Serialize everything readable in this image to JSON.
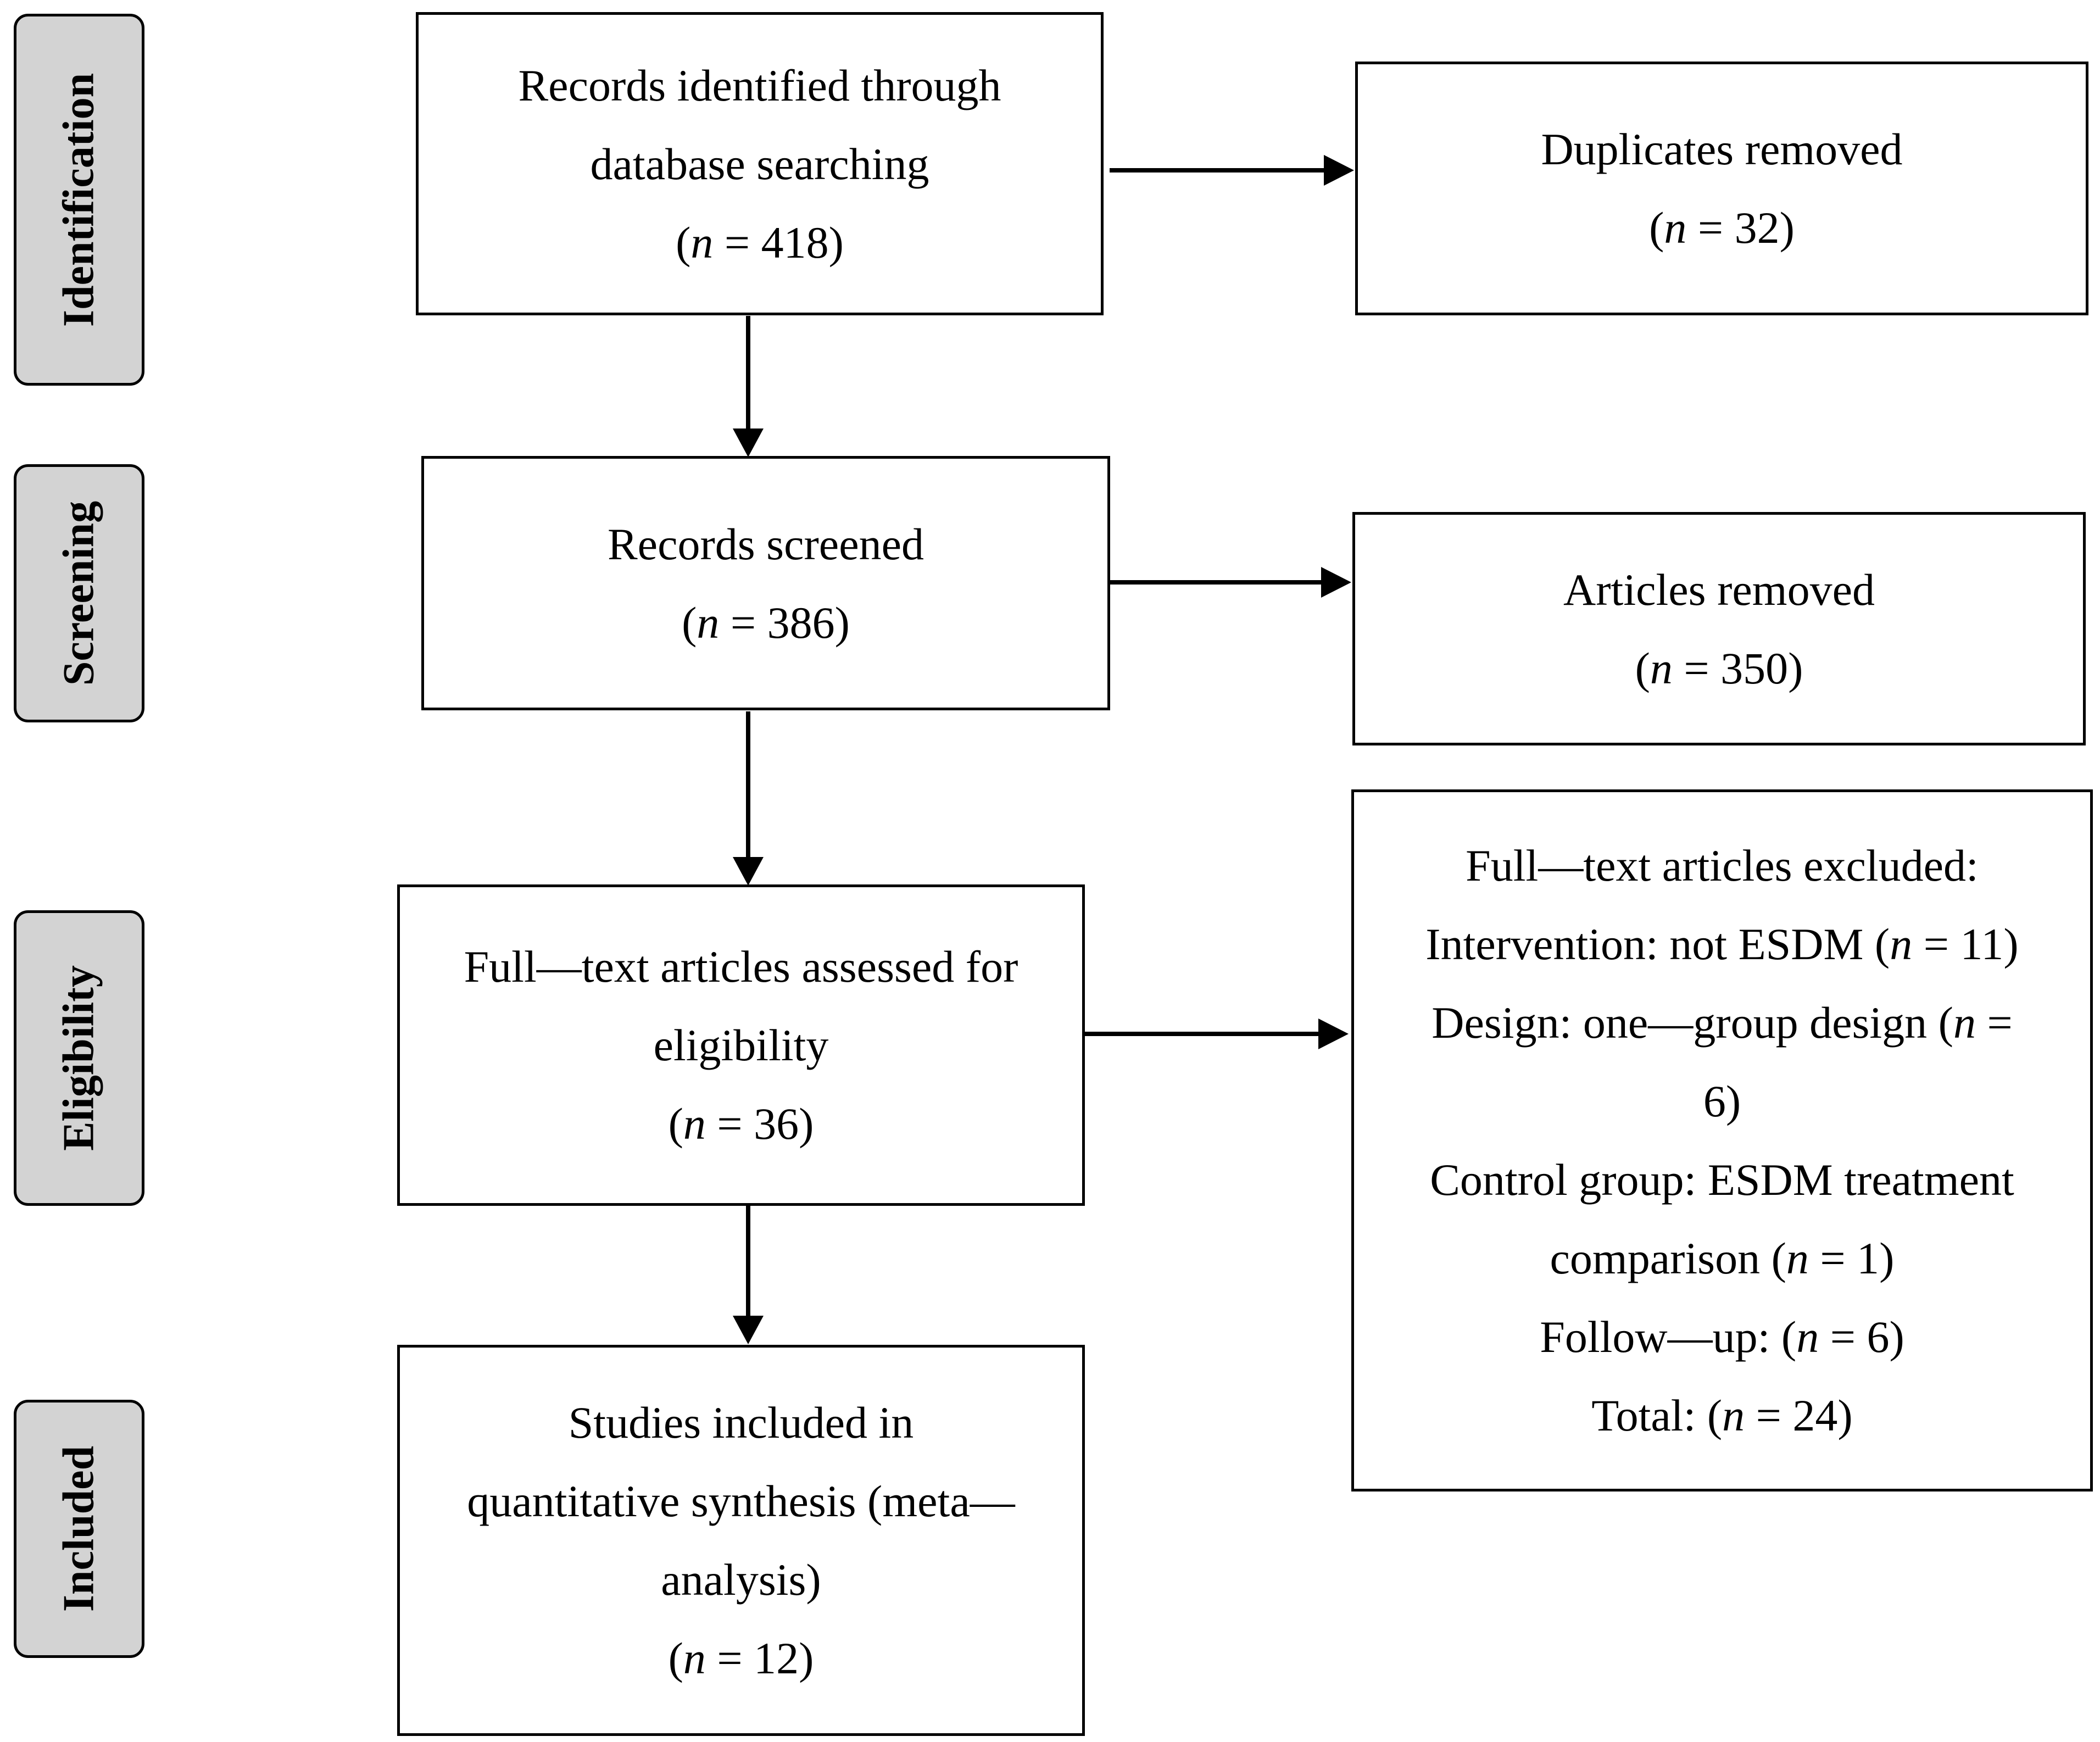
{
  "phases": {
    "identification": "Identification",
    "screening": "Screening",
    "eligibility": "Eligibility",
    "included": "Included"
  },
  "boxes": {
    "identified": {
      "lines": [
        "Records identified through",
        "database searching"
      ],
      "count_prefix": "(",
      "n": "n",
      "count_suffix": " = 418)"
    },
    "duplicates": {
      "lines": [
        "Duplicates removed"
      ],
      "count_prefix": "(",
      "n": "n",
      "count_suffix": " = 32)"
    },
    "screened": {
      "lines": [
        "Records screened"
      ],
      "count_prefix": "(",
      "n": "n",
      "count_suffix": " = 386)"
    },
    "articles_removed": {
      "lines": [
        "Articles removed"
      ],
      "count_prefix": "(",
      "n": "n",
      "count_suffix": " = 350)"
    },
    "assessed": {
      "lines": [
        "Full—text articles assessed for",
        "eligibility"
      ],
      "count_prefix": "(",
      "n": "n",
      "count_suffix": " = 36)"
    },
    "included": {
      "lines": [
        "Studies included in",
        "quantitative synthesis (meta—",
        "analysis)"
      ],
      "count_prefix": "(",
      "n": "n",
      "count_suffix": " = 12)"
    },
    "excluded": {
      "title": "Full—text articles excluded:",
      "intervention": {
        "pre": "Intervention: not ESDM (",
        "n": "n",
        "post": " = 11)"
      },
      "design_1": {
        "pre": "Design: one—group design (",
        "n": "n",
        "post": " ="
      },
      "design_2": "6)",
      "control_1": "Control group: ESDM treatment",
      "control_2": {
        "pre": "comparison (",
        "n": "n",
        "post": " = 1)"
      },
      "followup": {
        "pre": "Follow—up: (",
        "n": "n",
        "post": " = 6)"
      },
      "total": {
        "pre": "Total: (",
        "n": "n",
        "post": " = 24)"
      }
    }
  }
}
